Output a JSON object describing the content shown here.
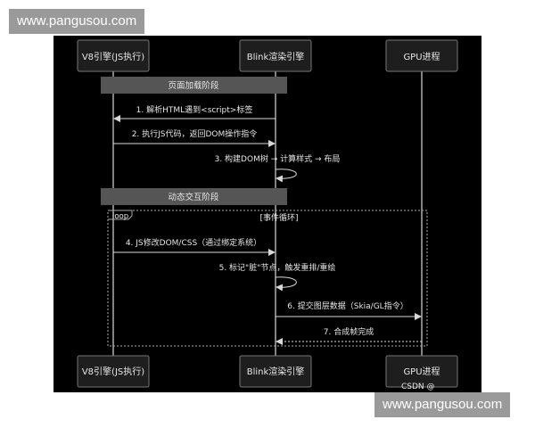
{
  "watermark_top": "www.pangusou.com",
  "watermark_bottom": "www.pangusou.com",
  "credit": "CSDN @",
  "colors": {
    "background": "#000000",
    "participant_box": "#1e1e1e",
    "phase_bar": "#555555",
    "line": "#d8d8d8"
  },
  "participants": [
    {
      "label": "V8引擎(JS执行)"
    },
    {
      "label": "Blink渲染引擎"
    },
    {
      "label": "GPU进程"
    }
  ],
  "phases": [
    "页面加载阶段",
    "动态交互阶段"
  ],
  "loop": {
    "tag": "loop",
    "condition": "[事件循环]"
  },
  "messages": [
    {
      "label": "1. 解析HTML遇到<script>标签",
      "from": "Blink渲染引擎",
      "to": "V8引擎(JS执行)",
      "style": "solid"
    },
    {
      "label": "2. 执行JS代码，返回DOM操作指令",
      "from": "V8引擎(JS执行)",
      "to": "Blink渲染引擎",
      "style": "solid"
    },
    {
      "label": "3. 构建DOM树 → 计算样式 → 布局",
      "from": "Blink渲染引擎",
      "to": "Blink渲染引擎",
      "style": "self"
    },
    {
      "label": "4. JS修改DOM/CSS（通过绑定系统）",
      "from": "V8引擎(JS执行)",
      "to": "Blink渲染引擎",
      "style": "solid"
    },
    {
      "label": "5. 标记\"脏\"节点，触发重排/重绘",
      "from": "Blink渲染引擎",
      "to": "Blink渲染引擎",
      "style": "self"
    },
    {
      "label": "6. 提交图层数据（Skia/GL指令）",
      "from": "Blink渲染引擎",
      "to": "GPU进程",
      "style": "solid"
    },
    {
      "label": "7. 合成帧完成",
      "from": "GPU进程",
      "to": "Blink渲染引擎",
      "style": "dashed"
    }
  ]
}
